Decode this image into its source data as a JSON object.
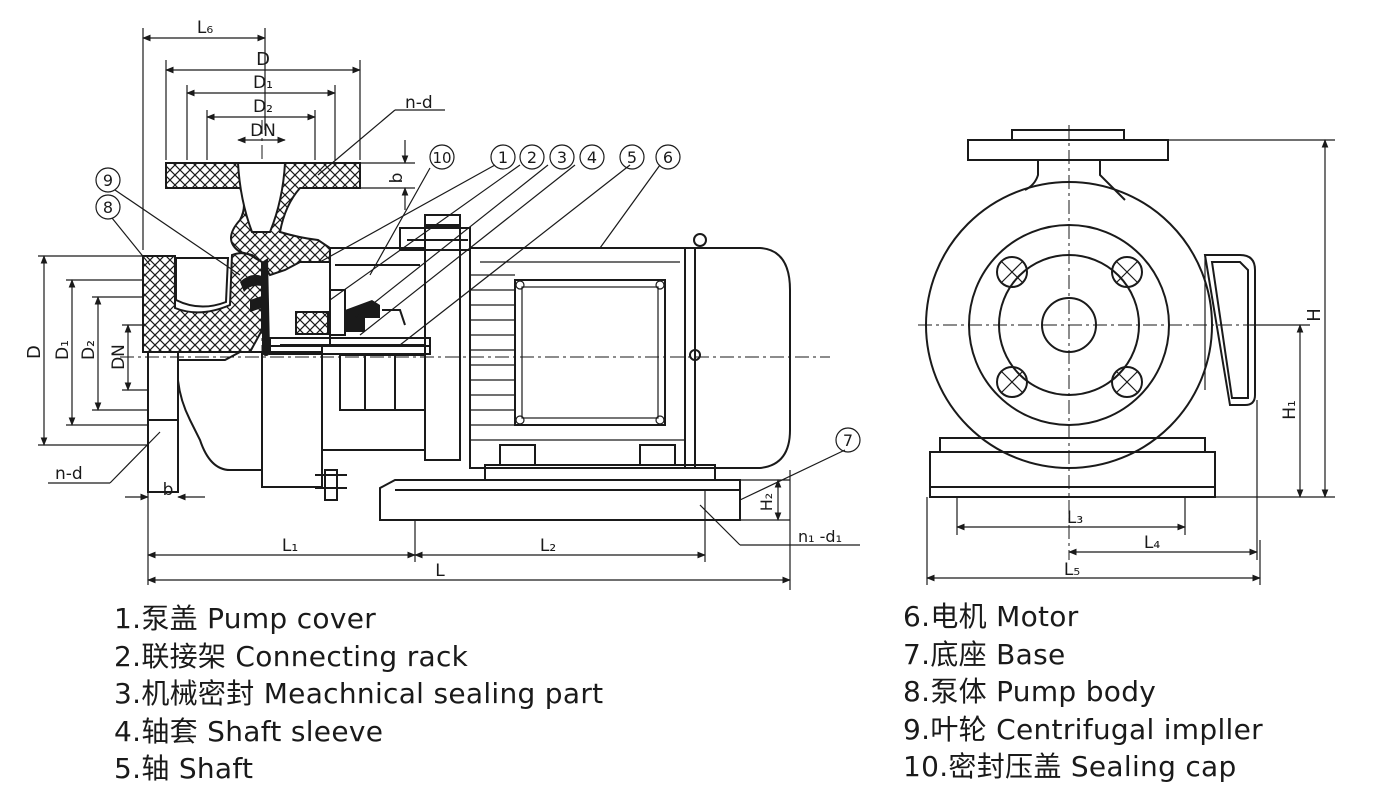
{
  "colors": {
    "line": "#1a1a1a",
    "background": "#ffffff"
  },
  "side_view": {
    "dims": {
      "L6": "L₆",
      "D": "D",
      "D1": "D₁",
      "D2": "D₂",
      "DN": "DN",
      "n_d": "n-d",
      "b": "b",
      "H2": "H₂",
      "n1_d1": "n₁ -d₁",
      "L1": "L₁",
      "L2": "L₂",
      "L": "L"
    },
    "callouts": [
      "1",
      "2",
      "3",
      "4",
      "5",
      "6",
      "7",
      "8",
      "9",
      "10"
    ]
  },
  "front_view": {
    "dims": {
      "H": "H",
      "H1": "H₁",
      "L3": "L₃",
      "L4": "L₄",
      "L5": "L₅"
    }
  },
  "legend": [
    "1.泵盖 Pump cover",
    "2.联接架 Connecting rack",
    "3.机械密封 Meachnical sealing part",
    "4.轴套 Shaft sleeve",
    "5.轴 Shaft",
    "6.电机 Motor",
    "7.底座 Base",
    "8.泵体 Pump body",
    "9.叶轮 Centrifugal impller",
    "10.密封压盖 Sealing cap"
  ]
}
